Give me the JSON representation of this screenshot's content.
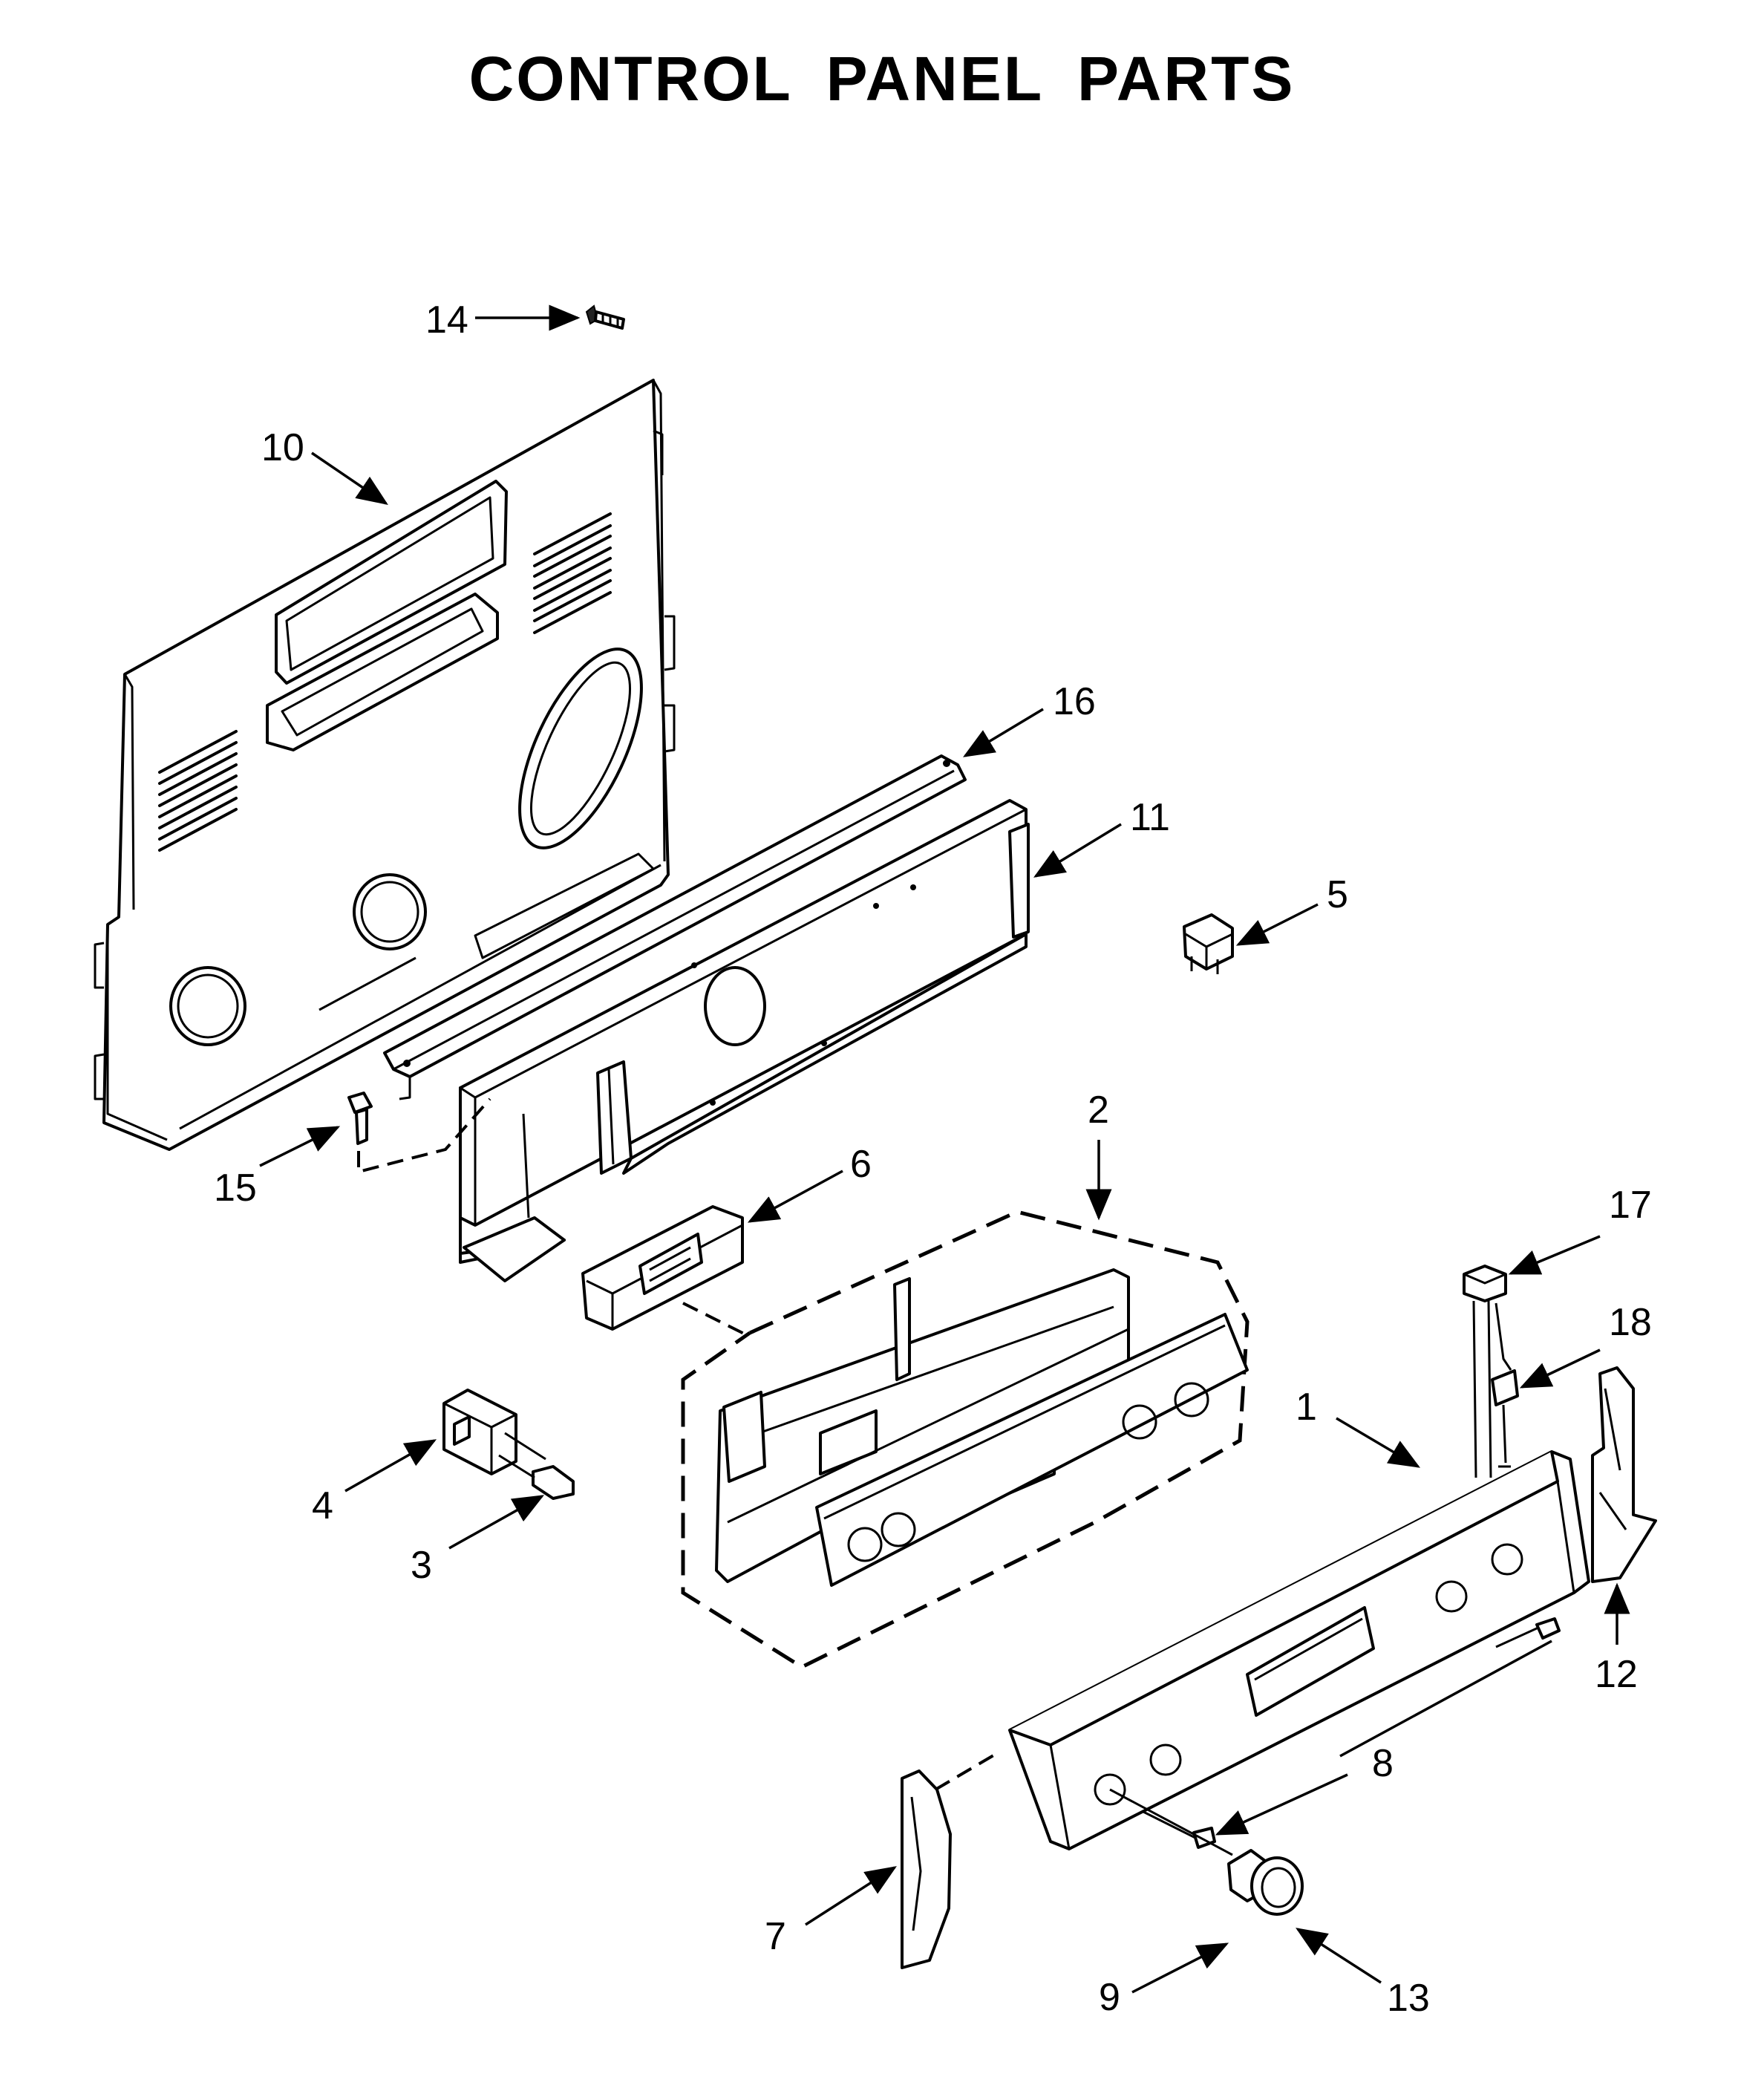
{
  "title": "CONTROL PANEL PARTS",
  "callouts": {
    "c1": "1",
    "c2": "2",
    "c3": "3",
    "c4": "4",
    "c5": "5",
    "c6": "6",
    "c7": "7",
    "c8": "8",
    "c9": "9",
    "c10": "10",
    "c11": "11",
    "c12": "12",
    "c13": "13",
    "c14": "14",
    "c15": "15",
    "c16": "16",
    "c17": "17",
    "c18": "18"
  }
}
